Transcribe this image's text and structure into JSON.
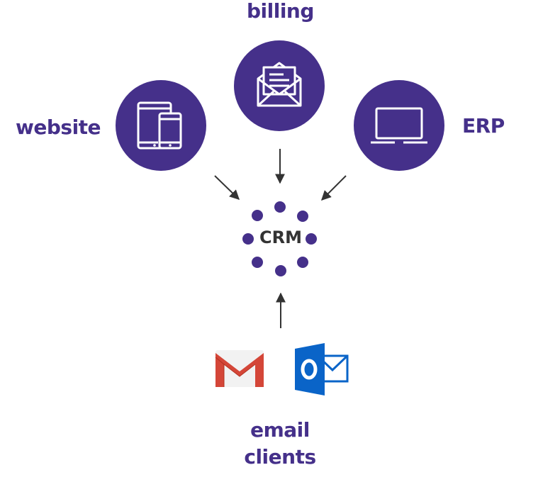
{
  "nodes": {
    "billing": "billing",
    "website": "website",
    "erp": "ERP",
    "crm": "CRM",
    "email_line1": "email",
    "email_line2": "clients"
  },
  "icons": {
    "billing": "envelope-letter-icon",
    "website": "tablet-phone-icon",
    "erp": "laptop-icon",
    "gmail": "gmail-icon",
    "outlook": "outlook-icon"
  },
  "colors": {
    "accent": "#45308a",
    "crm_text": "#333333",
    "arrow": "#333333",
    "gmail_red": "#d44638",
    "outlook_blue": "#0a64c8"
  }
}
